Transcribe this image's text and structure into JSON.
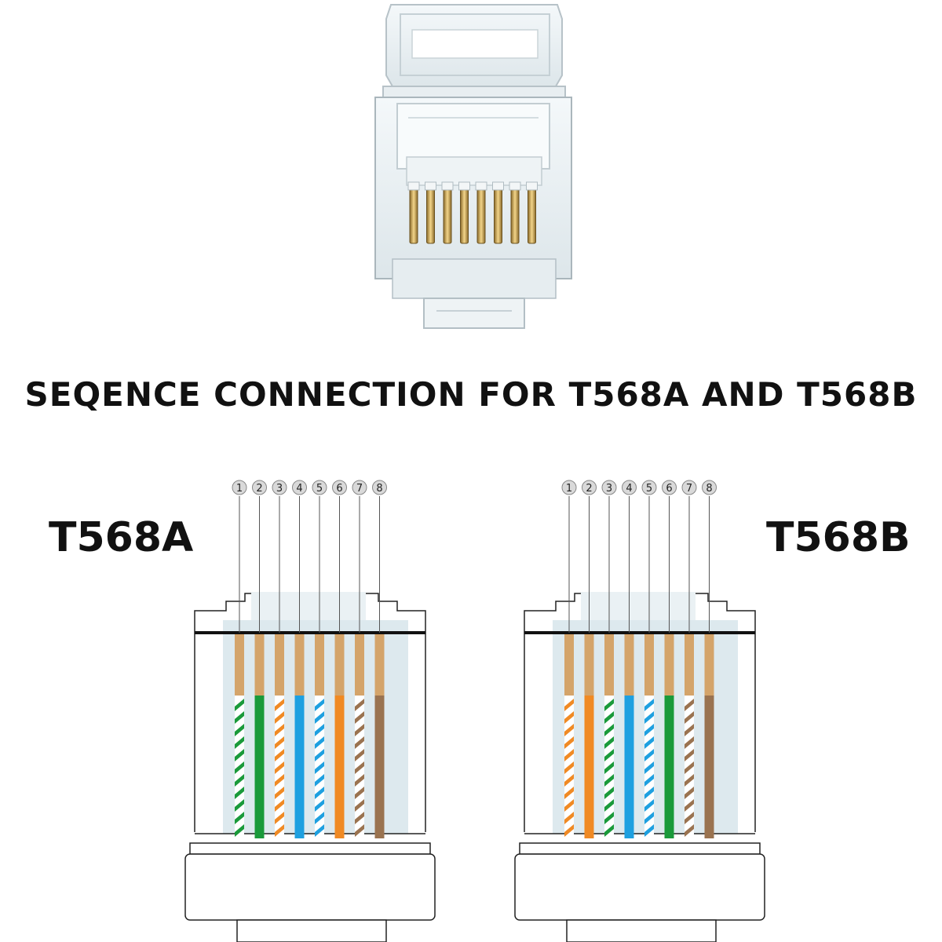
{
  "title": "SEQENCE CONNECTION FOR T568A AND T568B",
  "colors": {
    "orange": "#f08a24",
    "green": "#1a9a3a",
    "blue": "#1ea0e0",
    "brown": "#9a7350",
    "white": "#ffffff",
    "gold": "#d4a46a",
    "clear_body": "#dde9ee",
    "outline": "#222222"
  },
  "pin_numbers": [
    "1",
    "2",
    "3",
    "4",
    "5",
    "6",
    "7",
    "8"
  ],
  "standards": [
    {
      "label": "T568A",
      "wires": [
        {
          "pin": "1",
          "color": "green",
          "striped": true
        },
        {
          "pin": "2",
          "color": "green",
          "striped": false
        },
        {
          "pin": "3",
          "color": "orange",
          "striped": true
        },
        {
          "pin": "4",
          "color": "blue",
          "striped": false
        },
        {
          "pin": "5",
          "color": "blue",
          "striped": true
        },
        {
          "pin": "6",
          "color": "orange",
          "striped": false
        },
        {
          "pin": "7",
          "color": "brown",
          "striped": true
        },
        {
          "pin": "8",
          "color": "brown",
          "striped": false
        }
      ]
    },
    {
      "label": "T568B",
      "wires": [
        {
          "pin": "1",
          "color": "orange",
          "striped": true
        },
        {
          "pin": "2",
          "color": "orange",
          "striped": false
        },
        {
          "pin": "3",
          "color": "green",
          "striped": true
        },
        {
          "pin": "4",
          "color": "blue",
          "striped": false
        },
        {
          "pin": "5",
          "color": "blue",
          "striped": true
        },
        {
          "pin": "6",
          "color": "green",
          "striped": false
        },
        {
          "pin": "7",
          "color": "brown",
          "striped": true
        },
        {
          "pin": "8",
          "color": "brown",
          "striped": false
        }
      ]
    }
  ]
}
